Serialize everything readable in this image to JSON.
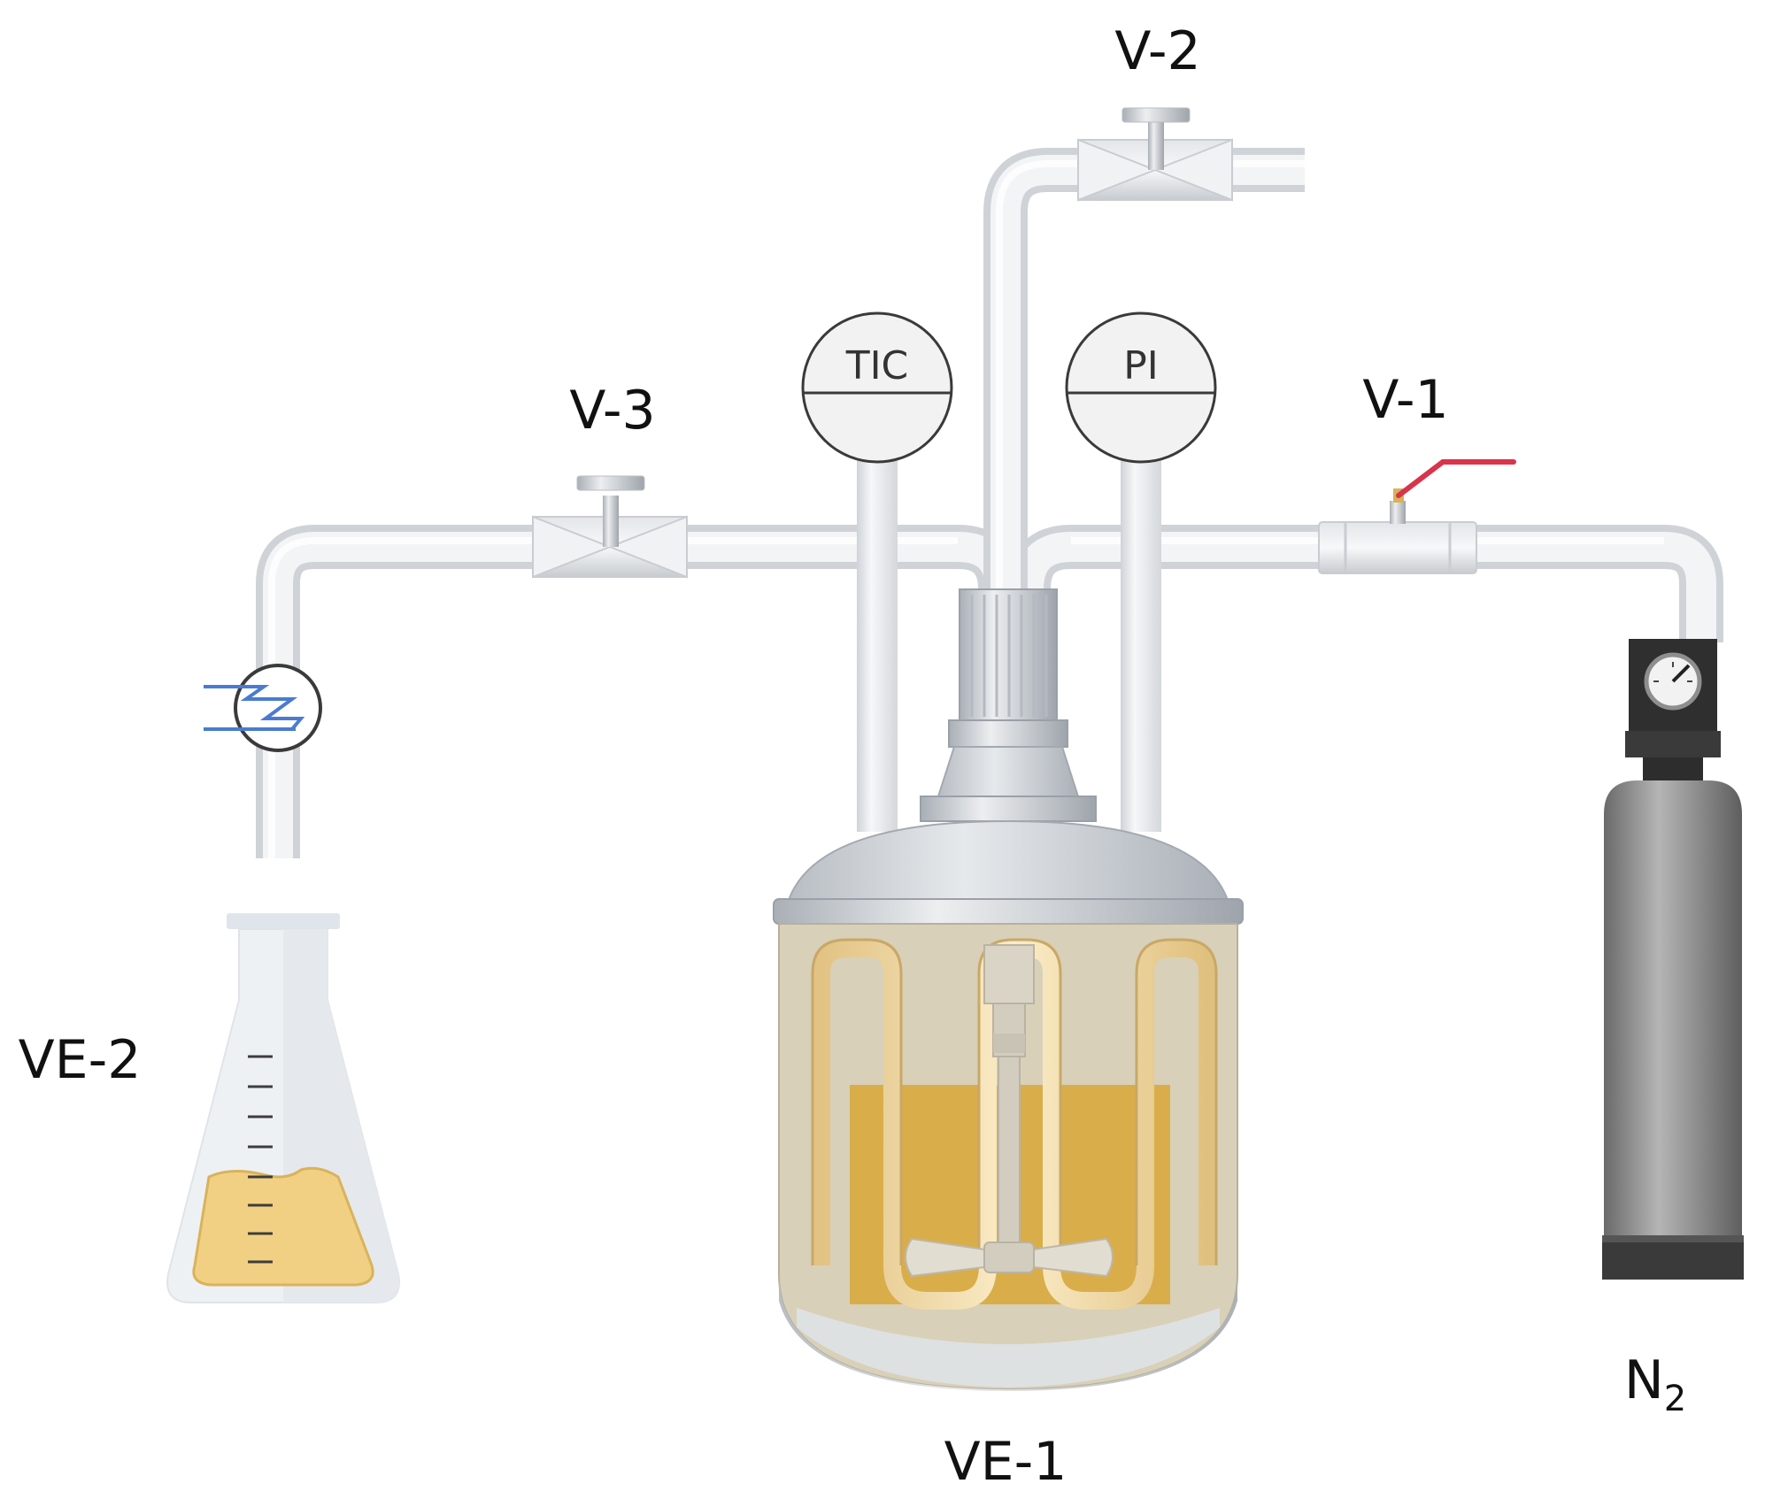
{
  "labels": {
    "v2": "V-2",
    "v3": "V-3",
    "v1": "V-1",
    "ve2": "VE-2",
    "ve1": "VE-1",
    "n2_main": "N",
    "n2_sub": "2"
  },
  "instruments": {
    "tic": "TIC",
    "pi": "PI"
  },
  "colors": {
    "pipe": "#e9ebee",
    "pipe_edge": "#cfd3d8",
    "liquid": "#d9ad4a",
    "flask_liquid": "#f2d083",
    "coil": "#f2d9a8",
    "cylinder": "#8a8a8a",
    "heat_exchanger": "#4a7bd0",
    "handle_red": "#d9344a"
  },
  "icons": {
    "gate_valve": "gate-valve-icon",
    "ball_valve": "ball-valve-icon",
    "heat_exchanger": "heat-exchanger-icon",
    "gauge": "pressure-gauge-icon"
  }
}
